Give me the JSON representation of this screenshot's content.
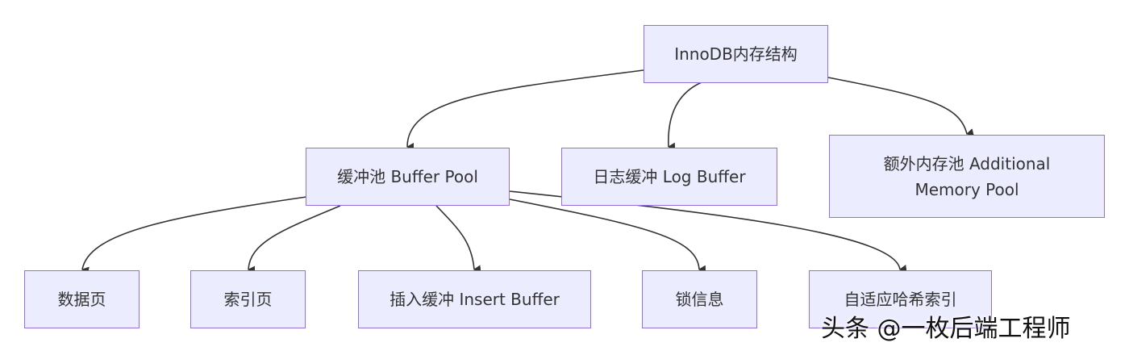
{
  "diagram": {
    "nodes": {
      "root": {
        "label": "InnoDB内存结构"
      },
      "buffer_pool": {
        "label": "缓冲池 Buffer Pool"
      },
      "log_buffer": {
        "label": "日志缓冲 Log Buffer"
      },
      "additional_pool": {
        "line1": "额外内存池 Additional",
        "line2": "Memory Pool"
      },
      "data_page": {
        "label": "数据页"
      },
      "index_page": {
        "label": "索引页"
      },
      "insert_buffer": {
        "label": "插入缓冲 Insert Buffer"
      },
      "lock_info": {
        "label": "锁信息"
      },
      "adaptive_hash": {
        "label": "自适应哈希索引"
      }
    },
    "edges": [
      {
        "from": "root",
        "to": "buffer_pool"
      },
      {
        "from": "root",
        "to": "log_buffer"
      },
      {
        "from": "root",
        "to": "additional_pool"
      },
      {
        "from": "buffer_pool",
        "to": "data_page"
      },
      {
        "from": "buffer_pool",
        "to": "index_page"
      },
      {
        "from": "buffer_pool",
        "to": "insert_buffer"
      },
      {
        "from": "buffer_pool",
        "to": "lock_info"
      },
      {
        "from": "buffer_pool",
        "to": "adaptive_hash"
      }
    ],
    "colors": {
      "node_fill": "#ececff",
      "node_border": "#9370db",
      "edge": "#333333"
    }
  },
  "watermark": {
    "text": "头条 @一枚后端工程师"
  }
}
